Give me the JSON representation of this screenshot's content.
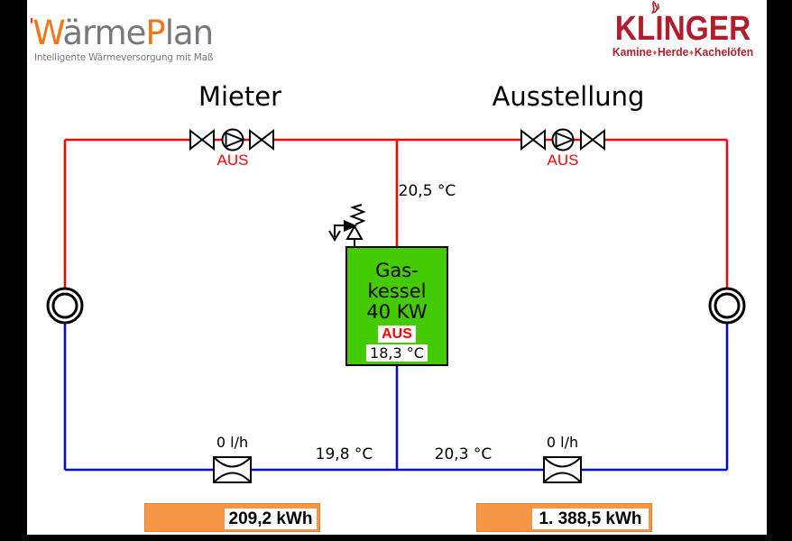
{
  "colors": {
    "pipe_red": "#FF0000",
    "pipe_blue": "#0000FF",
    "boiler_green": "#44CB01",
    "energy_orange": "#F79646",
    "klinger_red": "#B01E2D",
    "wp_orange": "#F2761B",
    "wp_gray": "#77787B",
    "status_red": "#FF0000"
  },
  "logos": {
    "waermeplan": {
      "mark": "'",
      "segments": [
        {
          "text": "W"
        },
        {
          "text": "ärme"
        },
        {
          "text": "P"
        },
        {
          "text": "lan"
        }
      ],
      "tagline": "Intelligente Wärmeversorgung mit Maß"
    },
    "klinger": {
      "name": "KLINGER",
      "tagline_parts": [
        "Kamine",
        "Herde",
        "Kachelöfen"
      ],
      "separator": "♦"
    }
  },
  "circuits": {
    "mieter": {
      "title": "Mieter",
      "pump_status": "AUS",
      "flow_rate": "0 l/h",
      "return_temp": "19,8 °C",
      "energy": "209,2 kWh"
    },
    "ausstellung": {
      "title": "Ausstellung",
      "pump_status": "AUS",
      "flow_rate": "0 l/h",
      "return_temp": "20,3 °C",
      "energy": "1. 388,5 kWh"
    }
  },
  "boiler": {
    "name_lines": [
      "Gas-",
      "kessel",
      "40 KW"
    ],
    "status": "AUS",
    "boiler_temp": "18,3 °C",
    "supply_temp": "20,5 °C"
  }
}
